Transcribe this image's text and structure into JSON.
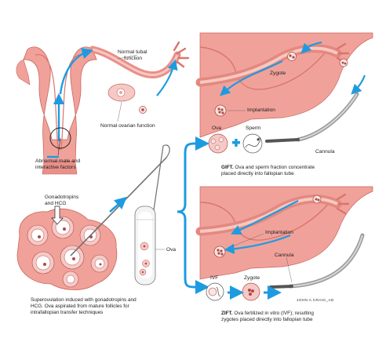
{
  "labels": {
    "normal_tubal": "Normal tubal",
    "function": "function",
    "normal_ovarian": "Normal ovarian function",
    "abnormal_line1": "Abnormal male and",
    "abnormal_line2": "interactive factors",
    "zygote_top": "Zygote",
    "implantation_top": "Implantation",
    "ova_top": "Ova",
    "sperm": "Sperm",
    "cannula_top": "Cannula",
    "gonadotropins_line1": "Gonadotropins",
    "gonadotropins_line2": "and HCG",
    "ova_tube": "Ova",
    "implantation_bottom": "Implantation",
    "cannula_bottom": "Cannula",
    "ivf": "IVF",
    "zygote_bottom": "Zygote"
  },
  "captions": {
    "gift_bold": "GIFT.",
    "gift_line1": "Ova and sperm fraction concentrate",
    "gift_line2": "placed directly into fallopian tube",
    "zift_bold": "ZIFT.",
    "zift_line1": "Ova fertilized in vitro (IVF); resulting",
    "zift_line2": "zygotes placed directly into fallopian tube",
    "superovulation_line1": "Superovulation induced with gonadotropins and",
    "superovulation_line2": "HCG. Ova aspirated from mature follicles for",
    "superovulation_line3": "intrafallopian transfer techniques"
  },
  "signature": "JOHN A.CRAIG_AD",
  "colors": {
    "tissue": "#f0a29a",
    "tissue_dark": "#d9756c",
    "lining": "#f7c8c0",
    "arrow": "#1e9be0",
    "follicle": "#f5c9c6",
    "cell": "#f7e6e3"
  },
  "icons": [
    "plus-icon",
    "spiral-sperm-icon",
    "down-arrow-outline-icon"
  ]
}
